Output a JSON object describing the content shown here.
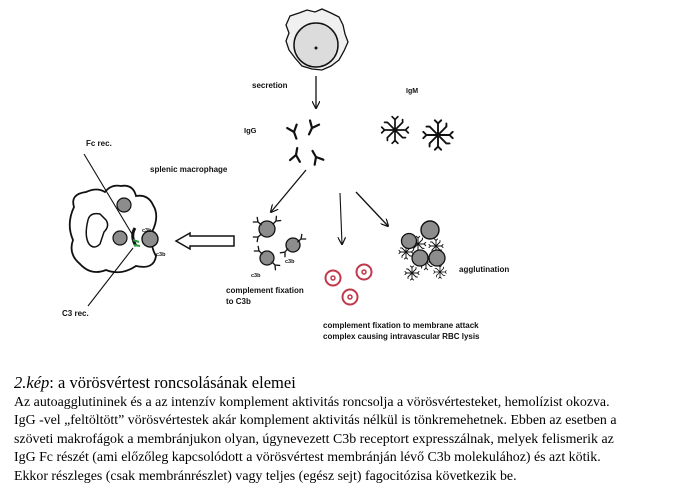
{
  "diagram": {
    "labels": {
      "secretion": "secretion",
      "igm": "IgM",
      "igg": "IgG",
      "fc_rec": "Fc rec.",
      "splenic_macrophage": "splenic macrophage",
      "c3b_a": "c3b",
      "c3b_b": "c3b",
      "c3b_c": "c3b",
      "c3b_d": "c3b",
      "c3_rec": "C3 rec.",
      "complement_fixation_c3b_line1": "complement fixation",
      "complement_fixation_c3b_line2": "to C3b",
      "agglutination": "agglutination",
      "mac_line1": "complement fixation to membrane attack",
      "mac_line2": "complex causing intravascular RBC lysis"
    },
    "colors": {
      "cell_fill": "#8c8c8c",
      "plasma_cell_fill": "#dcdcdc",
      "lysed_rbc": "#c0394b",
      "fc_receptor_mark": "#2e9a3e",
      "line": "#111111"
    }
  },
  "caption": {
    "title_number": "2.kép",
    "title_rest": ": a vörösvértest roncsolásának elemei",
    "lines": [
      "Az autoagglutininek és a az intenzív komplement aktivitás roncsolja a vörösvértesteket, hemolízist okozva.",
      "IgG -vel „feltöltött” vörösvértestek akár komplement aktivitás nélkül is tönkremehetnek. Ebben az esetben a",
      "szöveti makrofágok a membránjukon olyan, úgynevezett C3b receptort expresszálnak, melyek felismerik az",
      "IgG Fc részét (ami előzőleg kapcsolódott a vörösvértest membránján lévő C3b molekulához) és azt kötik.",
      "Ekkor részleges (csak membránrészlet) vagy teljes (egész sejt) fagocitózisa következik be."
    ]
  }
}
